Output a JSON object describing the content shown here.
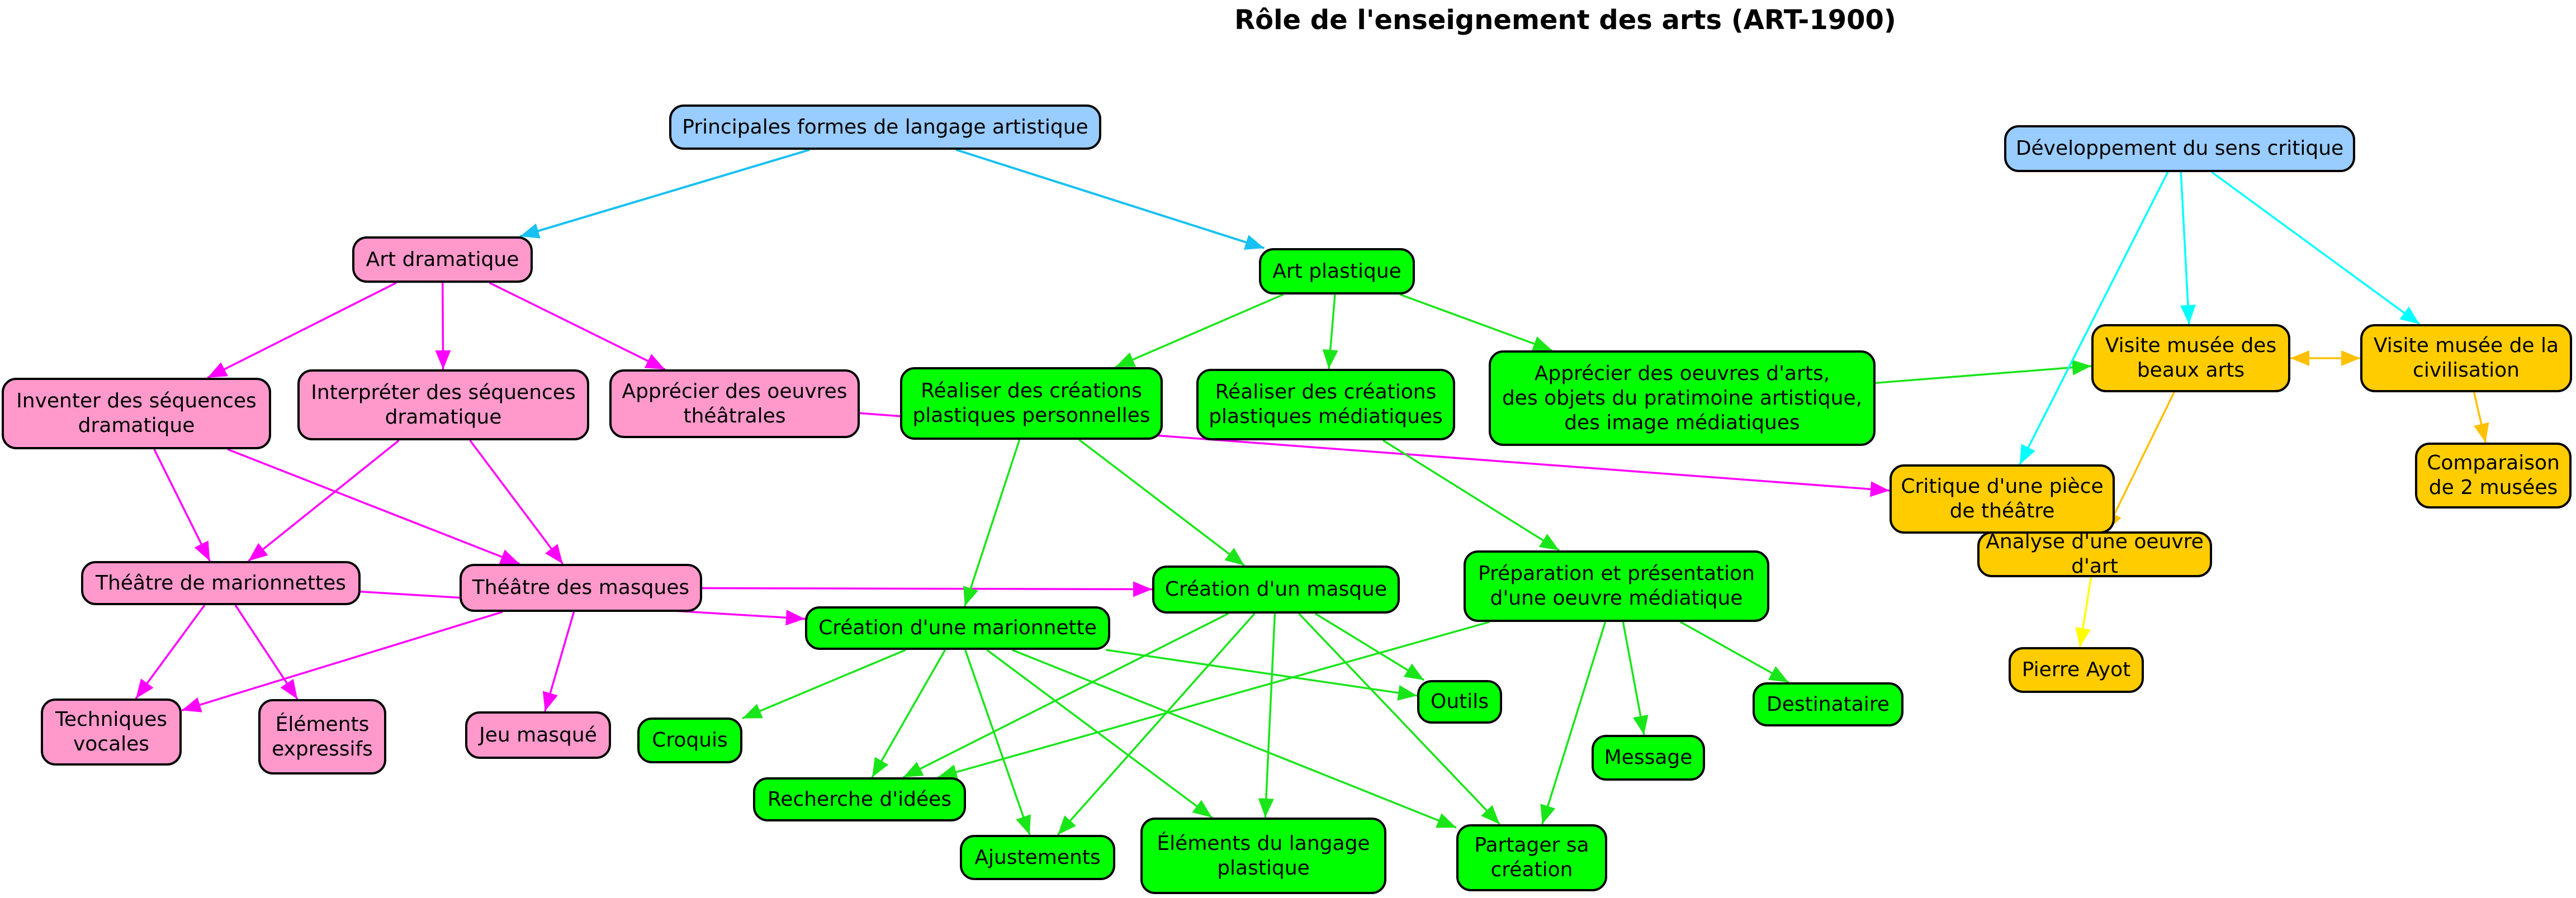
{
  "title": "Rôle de l'enseignement des arts (ART-1900)",
  "colors": {
    "root_fill": "#99ccff",
    "drama_fill": "#ff99cc",
    "plastic_fill": "#00ff00",
    "critic_fill": "#ffcc00",
    "edge_root": "#19c1f2",
    "edge_drama": "#ff00ff",
    "edge_plastic": "#19e619",
    "edge_critic_cyan": "#00ffff",
    "edge_critic_orange": "#ffc000",
    "edge_critic_yellow": "#ffff00"
  },
  "nodes": [
    {
      "id": "principales",
      "label": "Principales formes de langage artistique",
      "category": "root"
    },
    {
      "id": "art_dramatique",
      "label": "Art dramatique",
      "category": "drama"
    },
    {
      "id": "art_plastique",
      "label": "Art plastique",
      "category": "plastic"
    },
    {
      "id": "sens_critique",
      "label": "Développement du sens critique",
      "category": "root"
    },
    {
      "id": "inventer",
      "label": "Inventer des séquences\ndramatique",
      "category": "drama"
    },
    {
      "id": "interpreter",
      "label": "Interpréter des séquences\ndramatique",
      "category": "drama"
    },
    {
      "id": "apprecier_theatrales",
      "label": "Apprécier des oeuvres\nthéâtrales",
      "category": "drama"
    },
    {
      "id": "realiser_perso",
      "label": "Réaliser des créations\nplastiques personnelles",
      "category": "plastic"
    },
    {
      "id": "realiser_media",
      "label": "Réaliser des créations\nplastiques médiatiques",
      "category": "plastic"
    },
    {
      "id": "apprecier_arts",
      "label": "Apprécier des oeuvres d'arts,\ndes objets du pratimoine artistique,\ndes image médiatiques",
      "category": "plastic"
    },
    {
      "id": "visite_beaux_arts",
      "label": "Visite musée des\nbeaux arts",
      "category": "critic"
    },
    {
      "id": "visite_civilisation",
      "label": "Visite musée de la\ncivilisation",
      "category": "critic"
    },
    {
      "id": "critique_piece",
      "label": "Critique d'une pièce\nde théâtre",
      "category": "critic"
    },
    {
      "id": "comparaison",
      "label": "Comparaison\nde 2 musées",
      "category": "critic"
    },
    {
      "id": "analyse",
      "label": "Analyse d'une oeuvre d'art",
      "category": "critic"
    },
    {
      "id": "pierre_ayot",
      "label": "Pierre Ayot",
      "category": "critic"
    },
    {
      "id": "theatre_marionnettes",
      "label": "Théâtre de marionnettes",
      "category": "drama"
    },
    {
      "id": "theatre_masques",
      "label": "Théâtre des masques",
      "category": "drama"
    },
    {
      "id": "creation_masque",
      "label": "Création d'un masque",
      "category": "plastic"
    },
    {
      "id": "creation_marionnette",
      "label": "Création d'une marionnette",
      "category": "plastic"
    },
    {
      "id": "preparation",
      "label": "Préparation et présentation\nd'une oeuvre médiatique",
      "category": "plastic"
    },
    {
      "id": "techniques_vocales",
      "label": "Techniques\nvocales",
      "category": "drama"
    },
    {
      "id": "elements_expressifs",
      "label": "Éléments\nexpressifs",
      "category": "drama"
    },
    {
      "id": "jeu_masque",
      "label": "Jeu masqué",
      "category": "drama"
    },
    {
      "id": "croquis",
      "label": "Croquis",
      "category": "plastic"
    },
    {
      "id": "outils",
      "label": "Outils",
      "category": "plastic"
    },
    {
      "id": "destinataire",
      "label": "Destinataire",
      "category": "plastic"
    },
    {
      "id": "message",
      "label": "Message",
      "category": "plastic"
    },
    {
      "id": "recherche_idees",
      "label": "Recherche d'idées",
      "category": "plastic"
    },
    {
      "id": "ajustements",
      "label": "Ajustements",
      "category": "plastic"
    },
    {
      "id": "elements_langage",
      "label": "Éléments du langage\nplastique",
      "category": "plastic"
    },
    {
      "id": "partager",
      "label": "Partager sa\ncréation",
      "category": "plastic"
    }
  ],
  "edges": [
    {
      "from": "principales",
      "to": "art_dramatique",
      "color": "edge_root"
    },
    {
      "from": "principales",
      "to": "art_plastique",
      "color": "edge_root"
    },
    {
      "from": "art_dramatique",
      "to": "inventer",
      "color": "edge_drama"
    },
    {
      "from": "art_dramatique",
      "to": "interpreter",
      "color": "edge_drama"
    },
    {
      "from": "art_dramatique",
      "to": "apprecier_theatrales",
      "color": "edge_drama"
    },
    {
      "from": "inventer",
      "to": "theatre_marionnettes",
      "color": "edge_drama"
    },
    {
      "from": "inventer",
      "to": "theatre_masques",
      "color": "edge_drama"
    },
    {
      "from": "interpreter",
      "to": "theatre_marionnettes",
      "color": "edge_drama"
    },
    {
      "from": "interpreter",
      "to": "theatre_masques",
      "color": "edge_drama"
    },
    {
      "from": "apprecier_theatrales",
      "to": "critique_piece",
      "color": "edge_drama"
    },
    {
      "from": "theatre_marionnettes",
      "to": "techniques_vocales",
      "color": "edge_drama"
    },
    {
      "from": "theatre_marionnettes",
      "to": "elements_expressifs",
      "color": "edge_drama"
    },
    {
      "from": "theatre_marionnettes",
      "to": "creation_marionnette",
      "color": "edge_drama"
    },
    {
      "from": "theatre_masques",
      "to": "techniques_vocales",
      "color": "edge_drama"
    },
    {
      "from": "theatre_masques",
      "to": "jeu_masque",
      "color": "edge_drama"
    },
    {
      "from": "theatre_masques",
      "to": "creation_masque",
      "color": "edge_drama"
    },
    {
      "from": "art_plastique",
      "to": "realiser_perso",
      "color": "edge_plastic"
    },
    {
      "from": "art_plastique",
      "to": "realiser_media",
      "color": "edge_plastic"
    },
    {
      "from": "art_plastique",
      "to": "apprecier_arts",
      "color": "edge_plastic"
    },
    {
      "from": "apprecier_arts",
      "to": "visite_beaux_arts",
      "color": "edge_plastic"
    },
    {
      "from": "realiser_perso",
      "to": "creation_marionnette",
      "color": "edge_plastic"
    },
    {
      "from": "realiser_perso",
      "to": "creation_masque",
      "color": "edge_plastic"
    },
    {
      "from": "realiser_media",
      "to": "preparation",
      "color": "edge_plastic"
    },
    {
      "from": "creation_marionnette",
      "to": "croquis",
      "color": "edge_plastic"
    },
    {
      "from": "creation_marionnette",
      "to": "recherche_idees",
      "color": "edge_plastic"
    },
    {
      "from": "creation_marionnette",
      "to": "ajustements",
      "color": "edge_plastic"
    },
    {
      "from": "creation_marionnette",
      "to": "elements_langage",
      "color": "edge_plastic"
    },
    {
      "from": "creation_marionnette",
      "to": "partager",
      "color": "edge_plastic"
    },
    {
      "from": "creation_marionnette",
      "to": "outils",
      "color": "edge_plastic"
    },
    {
      "from": "creation_masque",
      "to": "recherche_idees",
      "color": "edge_plastic"
    },
    {
      "from": "creation_masque",
      "to": "ajustements",
      "color": "edge_plastic"
    },
    {
      "from": "creation_masque",
      "to": "elements_langage",
      "color": "edge_plastic"
    },
    {
      "from": "creation_masque",
      "to": "partager",
      "color": "edge_plastic"
    },
    {
      "from": "creation_masque",
      "to": "outils",
      "color": "edge_plastic"
    },
    {
      "from": "preparation",
      "to": "recherche_idees",
      "color": "edge_plastic"
    },
    {
      "from": "preparation",
      "to": "partager",
      "color": "edge_plastic"
    },
    {
      "from": "preparation",
      "to": "message",
      "color": "edge_plastic"
    },
    {
      "from": "preparation",
      "to": "destinataire",
      "color": "edge_plastic"
    },
    {
      "from": "sens_critique",
      "to": "critique_piece",
      "color": "edge_critic_cyan"
    },
    {
      "from": "sens_critique",
      "to": "visite_beaux_arts",
      "color": "edge_critic_cyan"
    },
    {
      "from": "sens_critique",
      "to": "visite_civilisation",
      "color": "edge_critic_cyan"
    },
    {
      "from": "visite_beaux_arts",
      "to": "visite_civilisation",
      "color": "edge_critic_orange",
      "bidirectional": true
    },
    {
      "from": "visite_beaux_arts",
      "to": "analyse",
      "color": "edge_critic_orange"
    },
    {
      "from": "visite_civilisation",
      "to": "comparaison",
      "color": "edge_critic_orange"
    },
    {
      "from": "analyse",
      "to": "pierre_ayot",
      "color": "edge_critic_yellow"
    }
  ]
}
